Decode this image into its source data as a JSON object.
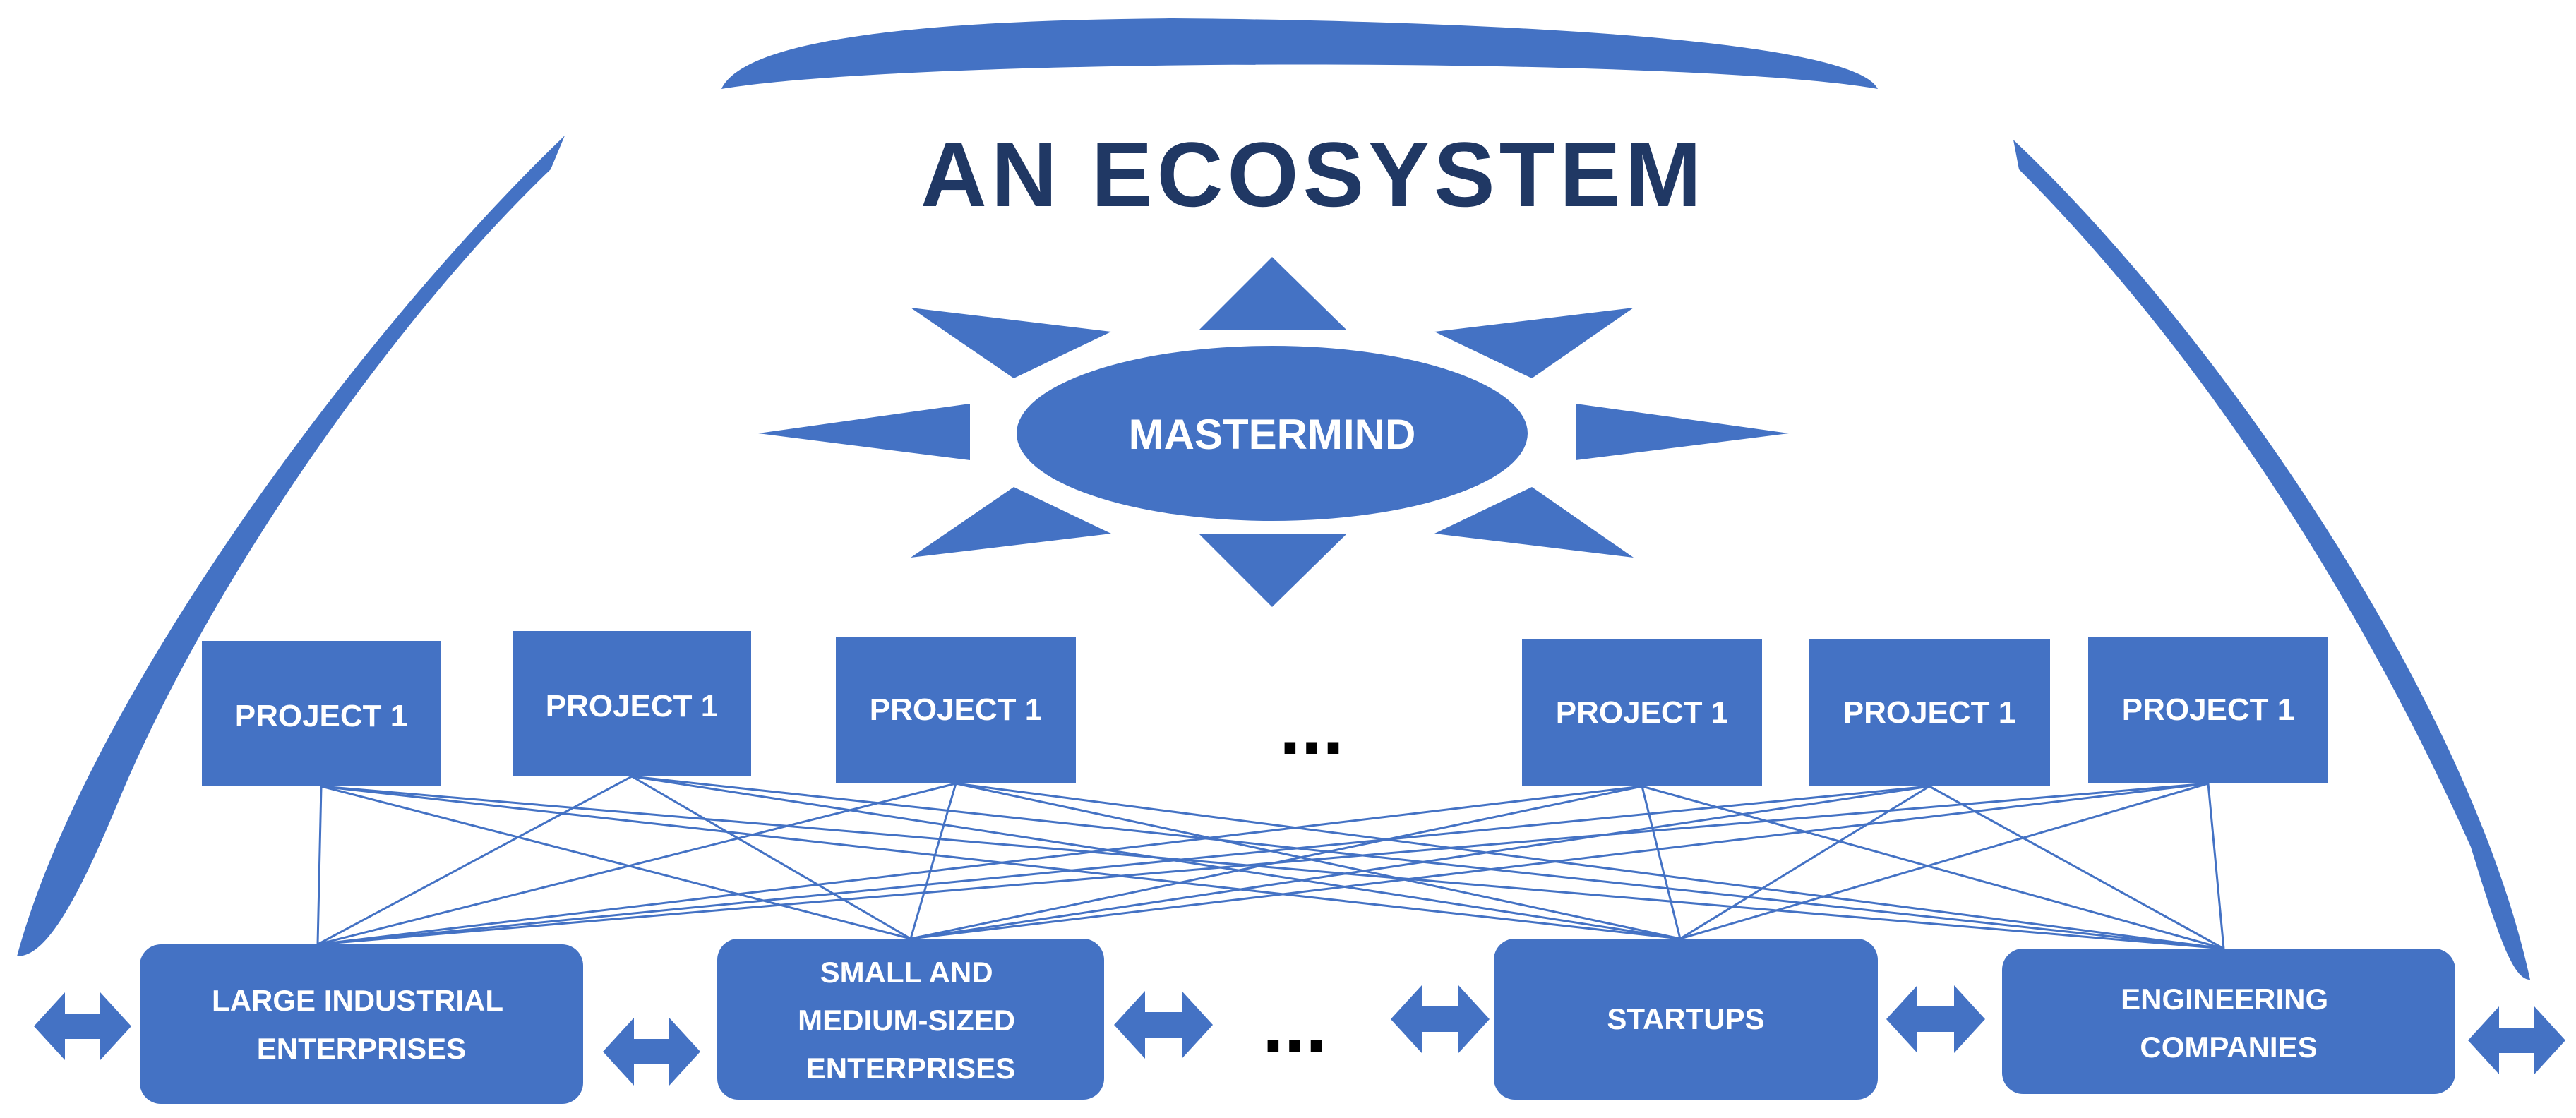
{
  "title": "AN ECOSYSTEM",
  "center": {
    "label": "MASTERMIND"
  },
  "ellipsis": "...",
  "projects": [
    {
      "label": "PROJECT 1"
    },
    {
      "label": "PROJECT 1"
    },
    {
      "label": "PROJECT 1"
    },
    {
      "label": "PROJECT 1"
    },
    {
      "label": "PROJECT 1"
    },
    {
      "label": "PROJECT 1"
    }
  ],
  "participants": [
    {
      "lines": [
        "LARGE INDUSTRIAL",
        "ENTERPRISES"
      ]
    },
    {
      "lines": [
        "SMALL AND",
        "MEDIUM-SIZED",
        "ENTERPRISES"
      ]
    },
    {
      "lines": [
        "STARTUPS"
      ]
    },
    {
      "lines": [
        "ENGINEERING",
        "COMPANIES"
      ]
    }
  ],
  "colors": {
    "shape_blue": "#4472c4",
    "title_navy": "#203864",
    "label_white": "#ffffff"
  }
}
